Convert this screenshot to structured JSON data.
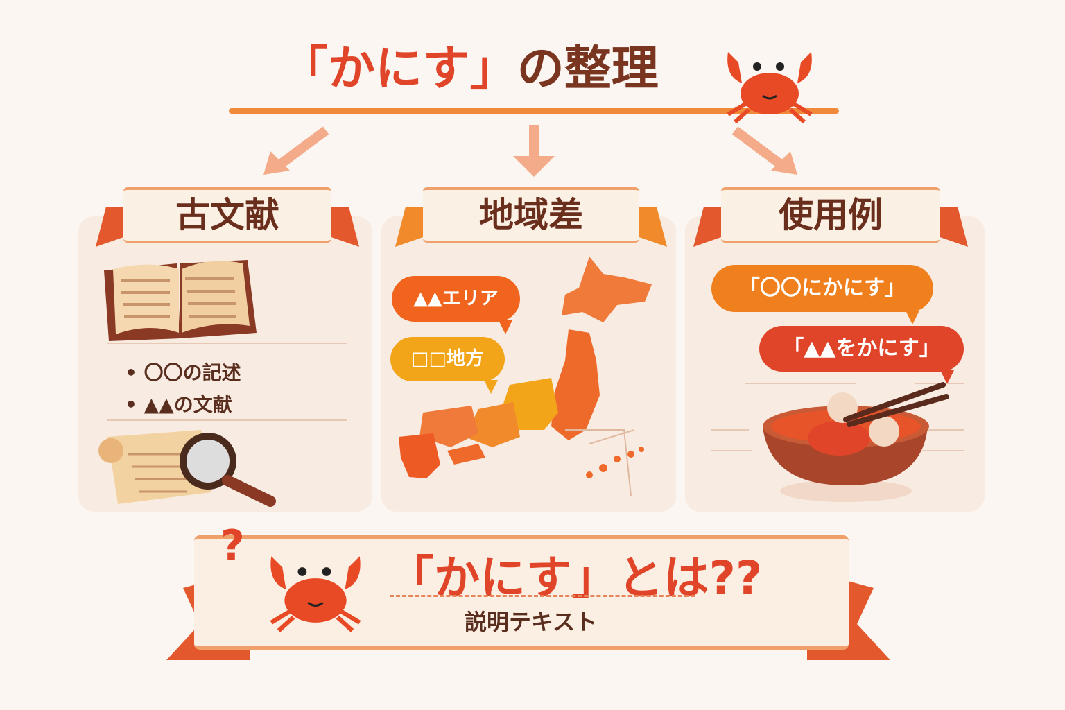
{
  "title": {
    "highlight": "「かにす」",
    "rest": "の整理"
  },
  "sections": [
    {
      "heading": "古文献",
      "items": [
        "〇〇の記述",
        "▲▲の文献"
      ],
      "icons": [
        "open-book-icon",
        "scroll-magnifier-icon"
      ]
    },
    {
      "heading": "地域差",
      "bubbles": [
        "▲▲エリア",
        "□□地方"
      ],
      "icons": [
        "japan-map-icon"
      ]
    },
    {
      "heading": "使用例",
      "bubbles": [
        "「〇〇にかにす」",
        "「▲▲をかにす」"
      ],
      "icons": [
        "crab-bowl-icon"
      ]
    }
  ],
  "bottom": {
    "question_mark": "?",
    "title": "「かにす」とは??",
    "description": "説明テキスト"
  },
  "colors": {
    "accent_red": "#e0452a",
    "accent_orange": "#f07a1e",
    "accent_yellow": "#f3a51a",
    "brown": "#7a3520",
    "background": "#fbf6f1"
  }
}
